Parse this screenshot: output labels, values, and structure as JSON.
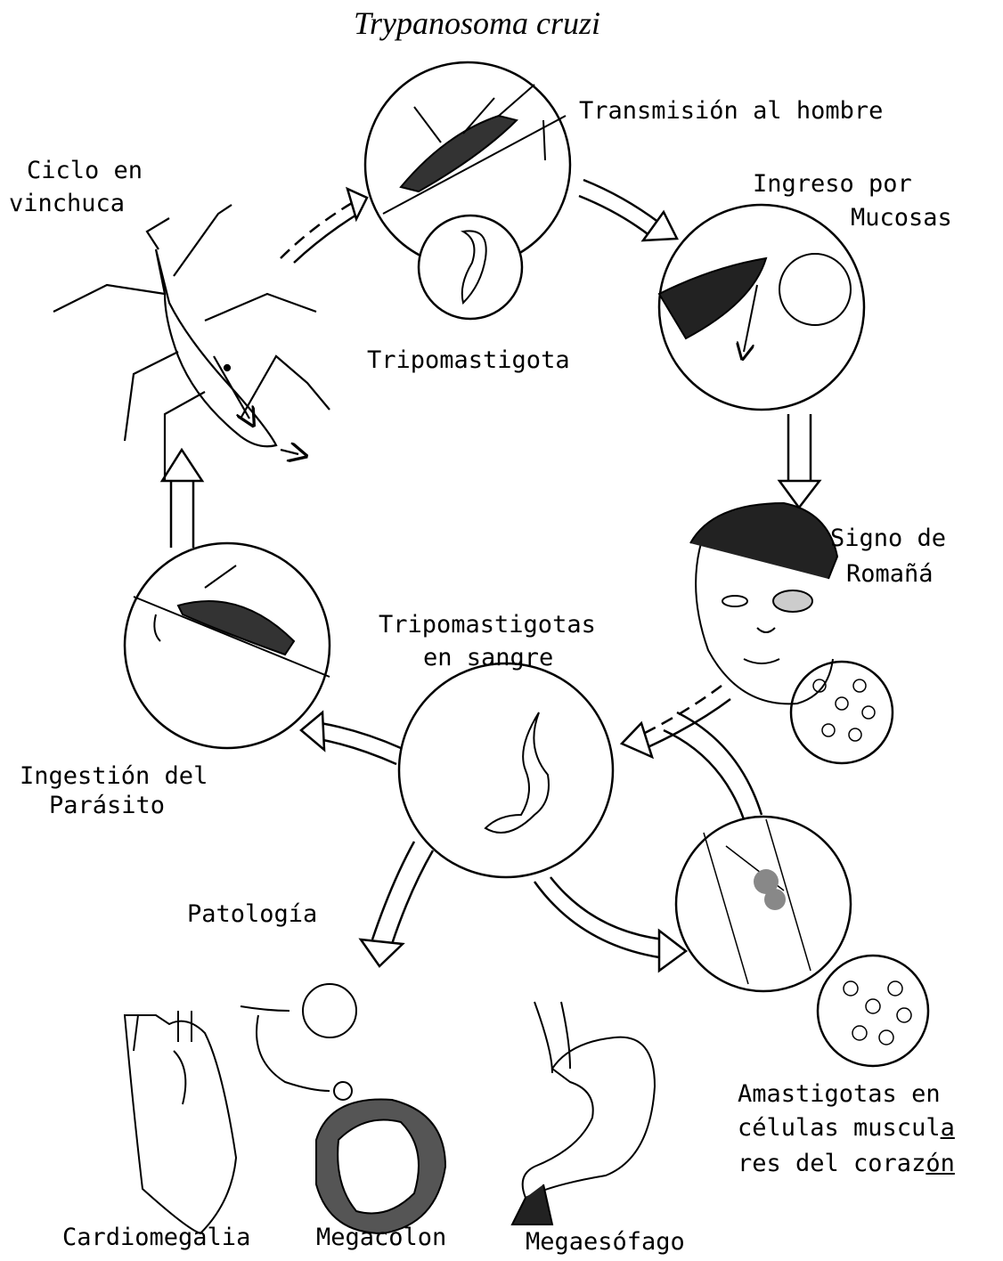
{
  "title": "Trypanosoma cruzi",
  "labels": {
    "transmision": "Transmisión al hombre",
    "ingreso_line1": "Ingreso por",
    "ingreso_line2": "Mucosas",
    "ciclo_line1": "Ciclo en",
    "ciclo_line2": "vinchuca",
    "tripomastigota": "Tripomastigota",
    "signo_line1": "Signo de",
    "signo_line2": "Romañá",
    "tripo_sangre_line1": "Tripomastigotas",
    "tripo_sangre_line2": "en sangre",
    "ingestion_line1": "Ingestión del",
    "ingestion_line2": "Parásito",
    "patologia": "Patología",
    "amastigotas_line1": "Amastigotas en",
    "amastigotas_line2a": "células muscul",
    "amastigotas_line2b": "a",
    "amastigotas_line3a": "res del coraz",
    "amastigotas_line3b": "ón",
    "cardiomegalia": "Cardiomegalia",
    "megacolon": "Megacolon",
    "megaesofago": "Megaesófago"
  },
  "icons": [
    "vinchuca-insect-illustration",
    "bite-on-skin-illustration",
    "trypanosome-illustration",
    "eye-mucosa-illustration",
    "child-face-illustration",
    "amastigote-cells-illustration",
    "blood-trypanosome-illustration",
    "feeding-bug-illustration",
    "heart-illustration",
    "colon-illustration",
    "esophagus-stomach-illustration",
    "muscle-tissue-illustration"
  ]
}
